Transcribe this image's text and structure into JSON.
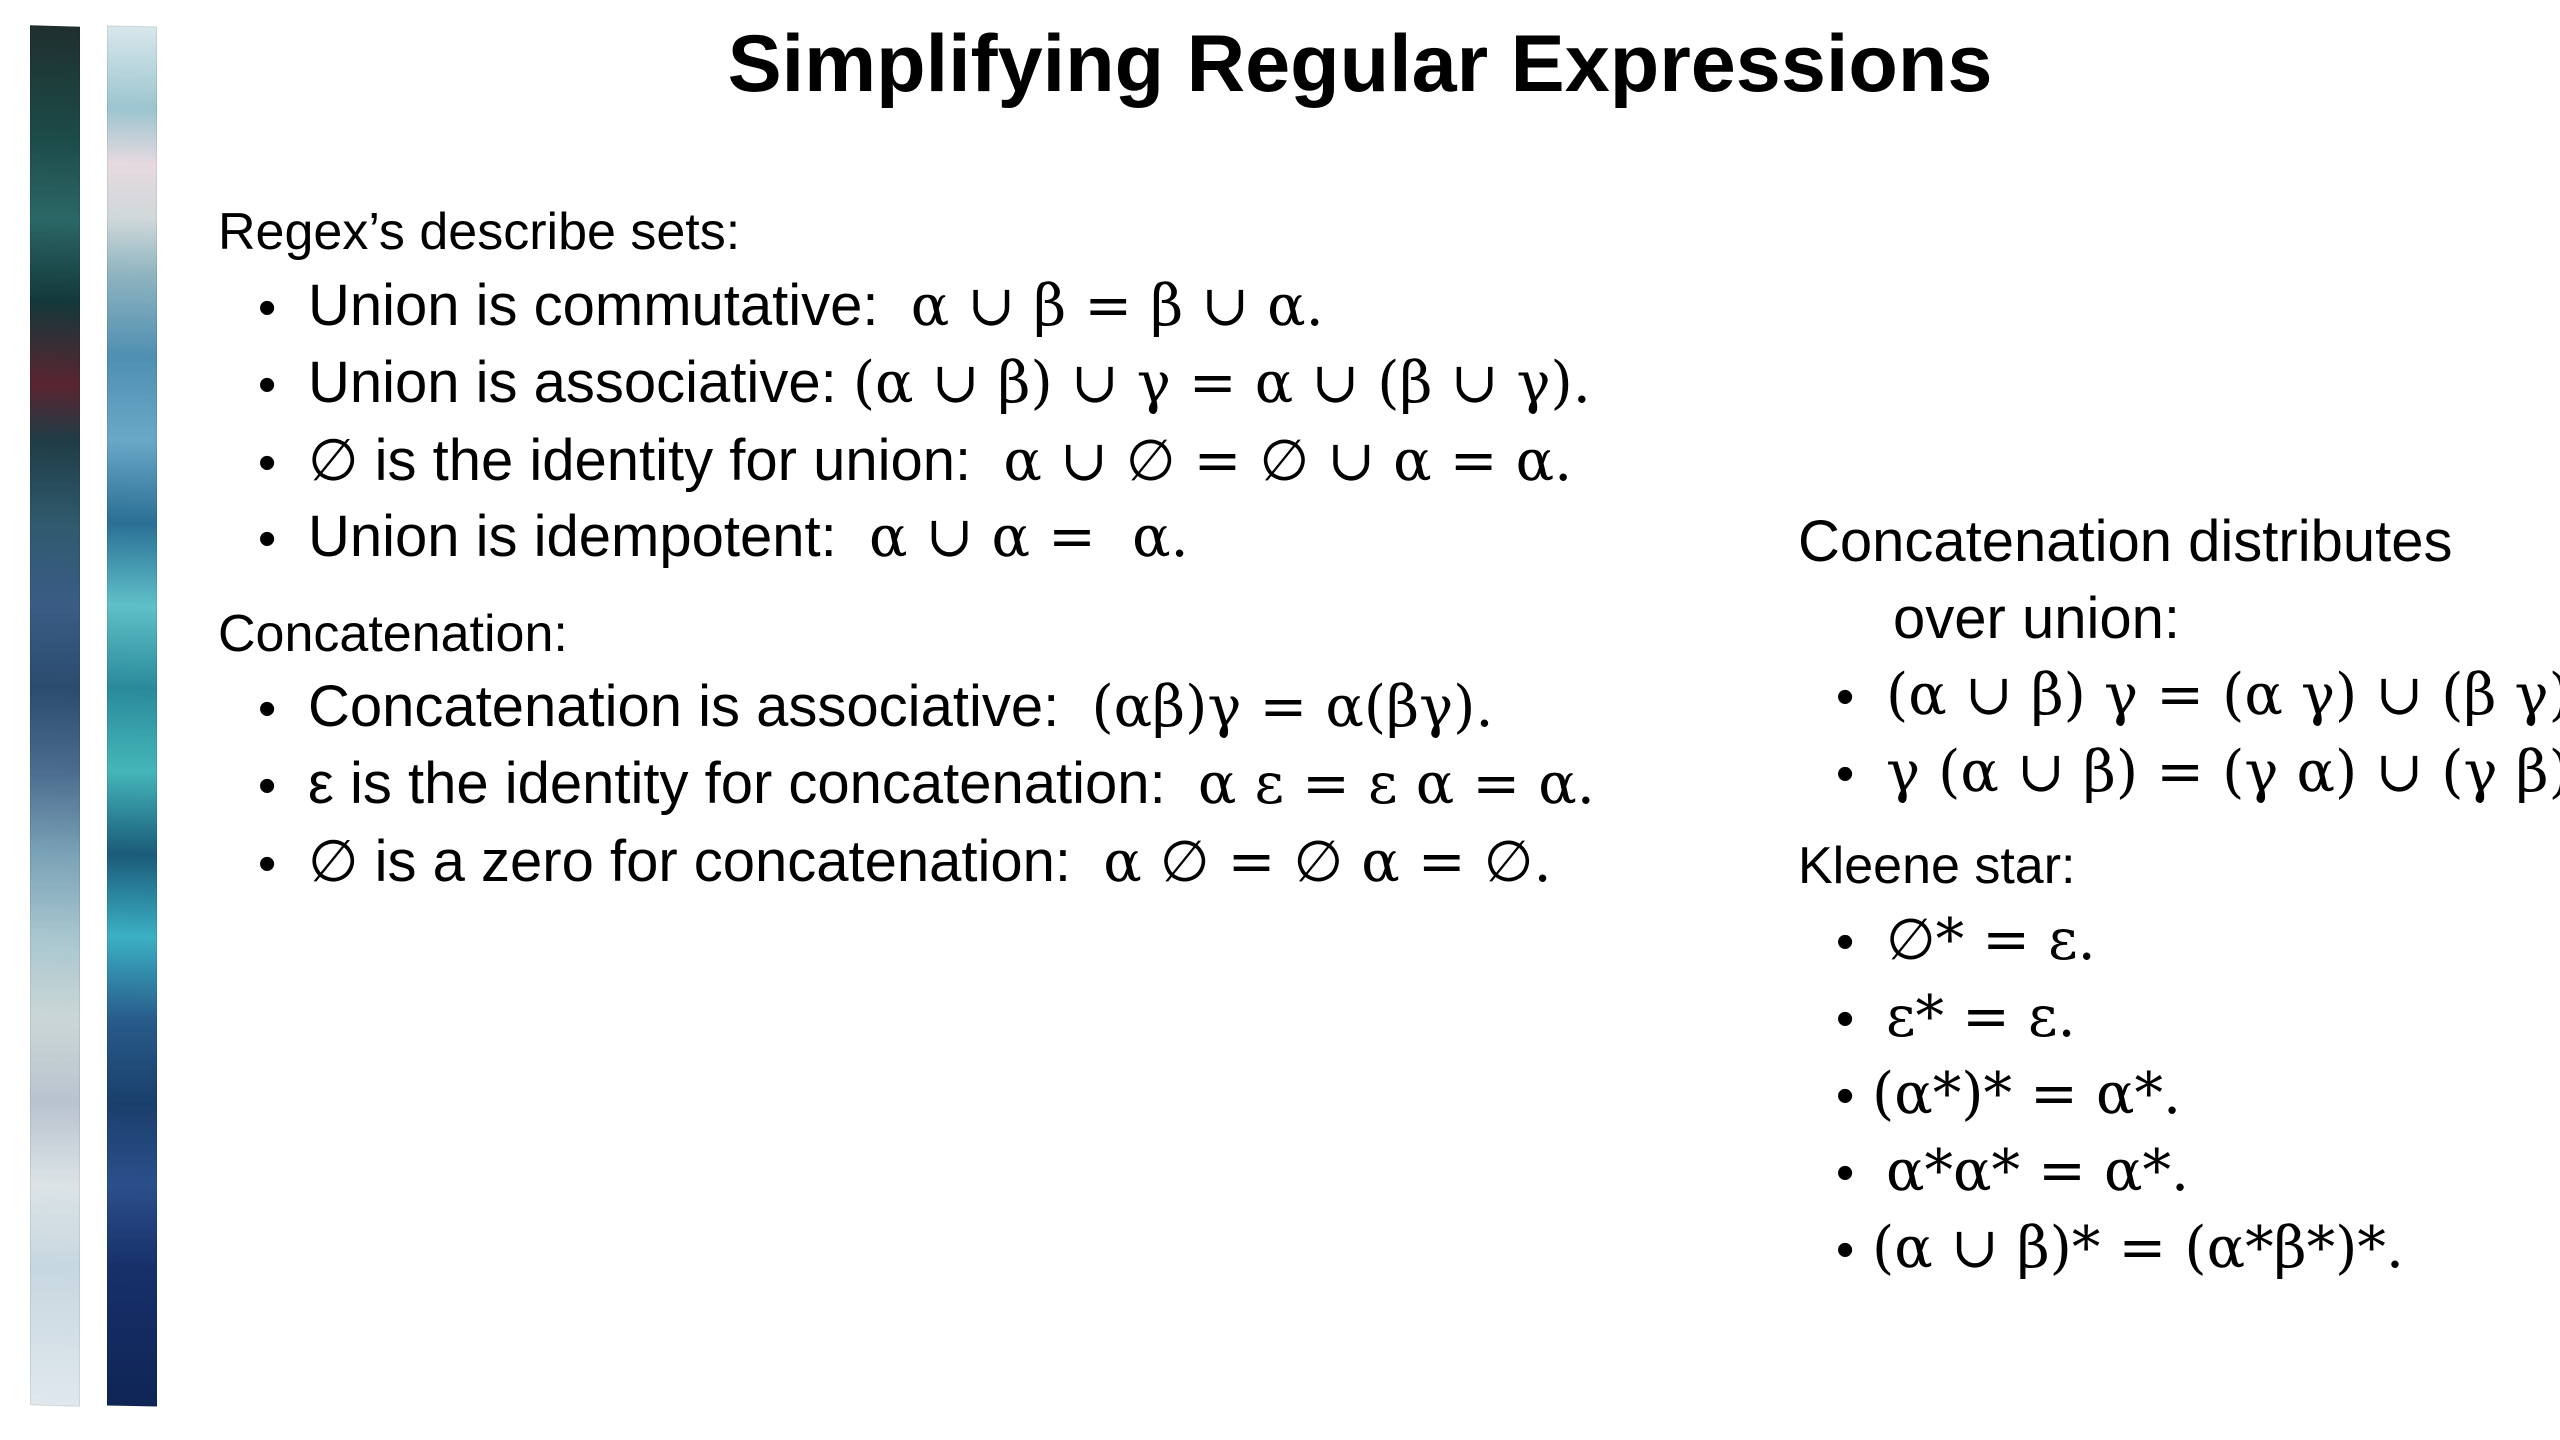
{
  "title": "Simplifying Regular Expressions",
  "left": {
    "union_heading": "Regex’s describe sets:",
    "union_rules": [
      {
        "text": "Union is commutative:  ",
        "math": "α ∪ β = β ∪ α."
      },
      {
        "text": "Union is associative: ",
        "math": "(α ∪ β) ∪ γ = α ∪ (β ∪ γ)."
      },
      {
        "text": "∅ is the identity for union:  ",
        "math": "α ∪ ∅ = ∅ ∪ α = α."
      },
      {
        "text": "Union is idempotent:  ",
        "math": "α ∪ α =  α."
      }
    ],
    "concat_heading": "Concatenation:",
    "concat_rules": [
      {
        "text": "Concatenation is associative:  ",
        "math": "(αβ)γ = α(βγ)."
      },
      {
        "text": "ε is the identity for concatenation:  ",
        "math": "α ε = ε α = α."
      },
      {
        "text": "∅ is a zero for concatenation:  ",
        "math": "α ∅ = ∅ α = ∅."
      }
    ]
  },
  "right": {
    "dist_heading_line1": "Concatenation distributes",
    "dist_heading_line2": "over union:",
    "dist_rules": [
      {
        "math": "(α ∪ β) γ = (α γ) ∪ (β γ)."
      },
      {
        "math": "γ (α ∪ β) = (γ α) ∪ (γ β)."
      }
    ],
    "kleene_heading": "Kleene star:",
    "kleene_rules": [
      {
        "math": "∅* = ε."
      },
      {
        "math": "ε* = ε."
      },
      {
        "math": "(α*)* = α*."
      },
      {
        "math": "α*α* = α*."
      },
      {
        "math": "(α ∪ β)* = (α*β*)*."
      }
    ]
  },
  "bullet": "•"
}
